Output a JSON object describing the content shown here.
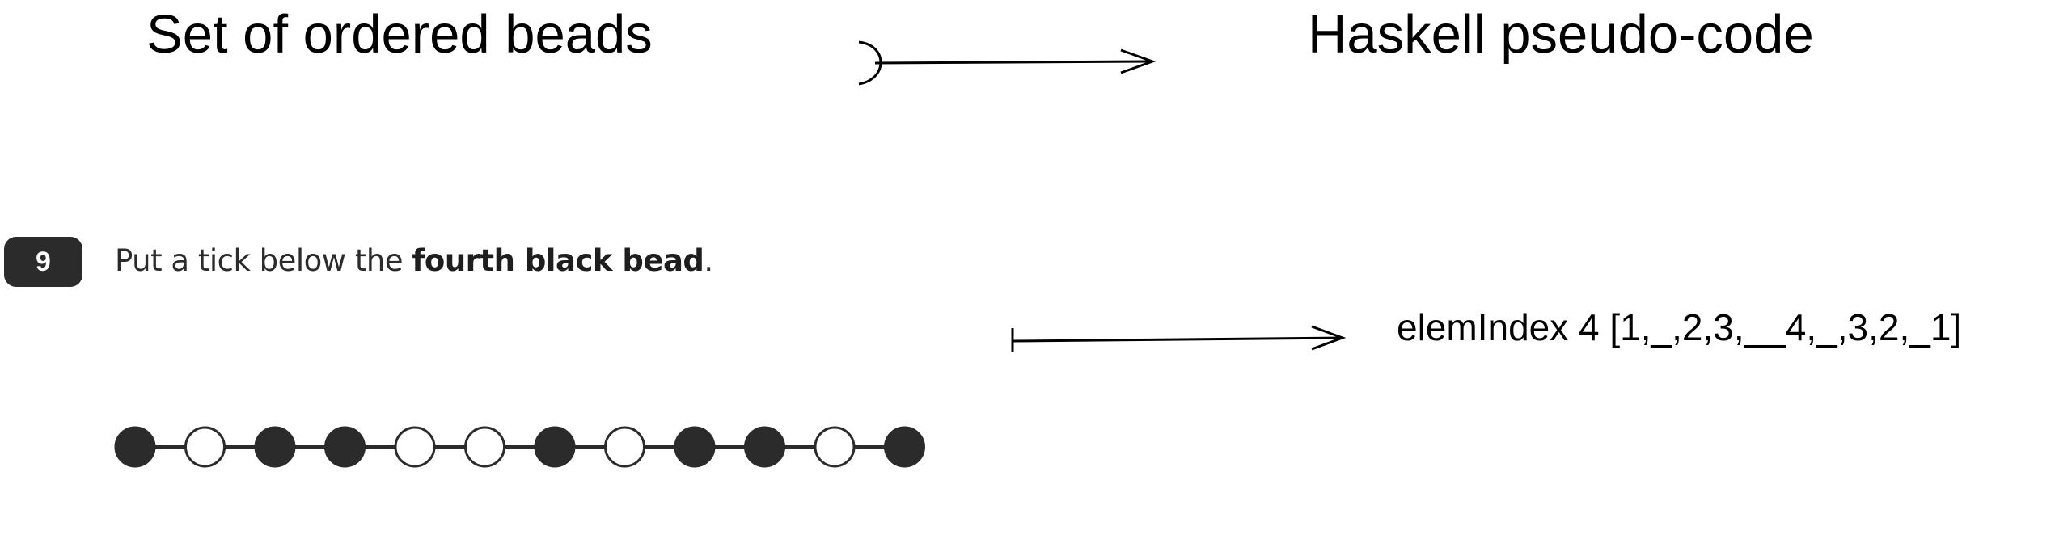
{
  "diagram": {
    "left_heading": "Set of ordered beads",
    "right_heading": "Haskell pseudo-code",
    "question": {
      "number": "9",
      "text_before": "Put a tick below the ",
      "text_bold": "fourth black bead",
      "text_after": "."
    },
    "beads": [
      "black",
      "white",
      "black",
      "black",
      "white",
      "white",
      "black",
      "white",
      "black",
      "black",
      "white",
      "black"
    ],
    "code": "elemIndex 4 [1,_,2,3,__4,_,3,2,_1]",
    "colors": {
      "black_bead": "#2b2b2b",
      "white_bead": "#ffffff",
      "string": "#2b2b2b",
      "badge": "#2b2b2b"
    }
  }
}
